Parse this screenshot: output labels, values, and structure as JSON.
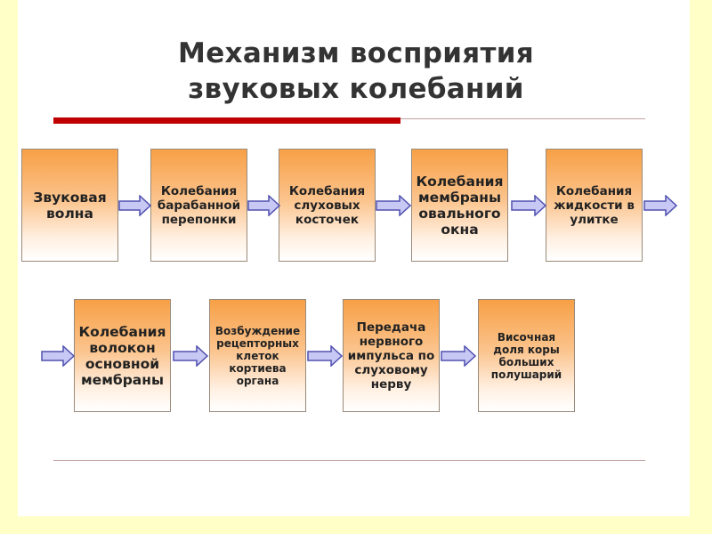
{
  "title": {
    "line1": "Механизм восприятия",
    "line2": "звуковых колебаний"
  },
  "colors": {
    "background": "#ffffc8",
    "accent_line": "#c00000",
    "box_top": "#f7a046",
    "arrow_fill": "#c8c8f4",
    "arrow_stroke": "#5050b0"
  },
  "row1": [
    {
      "text": "Звуковая волна"
    },
    {
      "text": "Колебания барабанной перепонки"
    },
    {
      "text": "Колебания слуховых косточек"
    },
    {
      "text": "Колебания мембраны овального окна"
    },
    {
      "text": "Колебания жидкости в улитке"
    }
  ],
  "row2": [
    {
      "text": "Колебания волокон основной мембраны"
    },
    {
      "text": "Возбуждение рецепторных клеток кортиева органа"
    },
    {
      "text": "Передача нервного импульса по слуховому нерву"
    },
    {
      "text": "Височная доля коры больших полушарий"
    }
  ]
}
